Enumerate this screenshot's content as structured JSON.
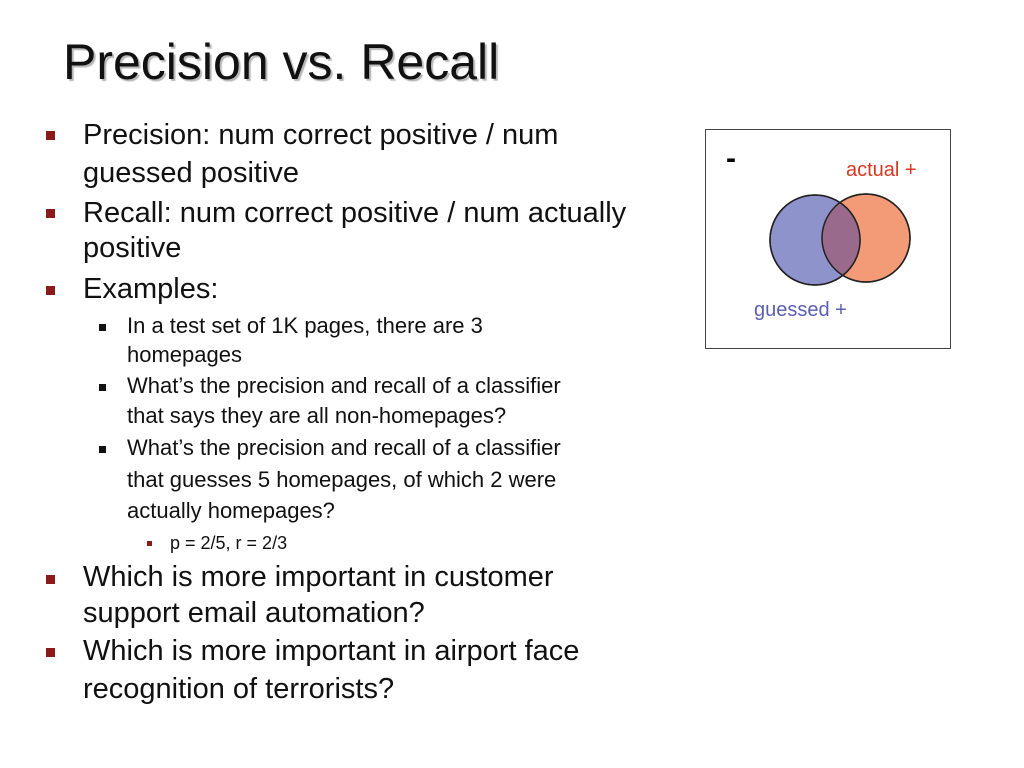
{
  "slide": {
    "title": "Precision vs. Recall",
    "bullets": {
      "b1_line1": "Precision: num correct positive / num",
      "b1_line2": "guessed positive",
      "b2_line1": "Recall: num correct positive / num actually",
      "b2_line2": "positive",
      "b3": "Examples:",
      "s1_line1": "In a test set of 1K pages, there are 3",
      "s1_line2": "homepages",
      "s2_line1": "What’s the precision and recall of a classifier",
      "s2_line2": "that says they are all non-homepages?",
      "s3_line1": "What’s the precision and recall of a classifier",
      "s3_line2": "that guesses 5 homepages, of which 2 were",
      "s3_line3": "actually homepages?",
      "ss1": "p = 2/5, r = 2/3",
      "b4_line1": "Which is more important in customer",
      "b4_line2": "support email automation?",
      "b5_line1": "Which is more important in airport face",
      "b5_line2": "recognition of terrorists?"
    }
  },
  "diagram": {
    "minus_label": "-",
    "actual_label": "actual +",
    "guessed_label": "guessed +",
    "colors": {
      "guessed_fill": "#8f93cc",
      "actual_fill": "#f39b76",
      "overlap_fill": "#9a6a8c",
      "guessed_text": "#5b5fb0",
      "actual_text": "#d8371f",
      "bullet": "#8b1a1a"
    }
  }
}
